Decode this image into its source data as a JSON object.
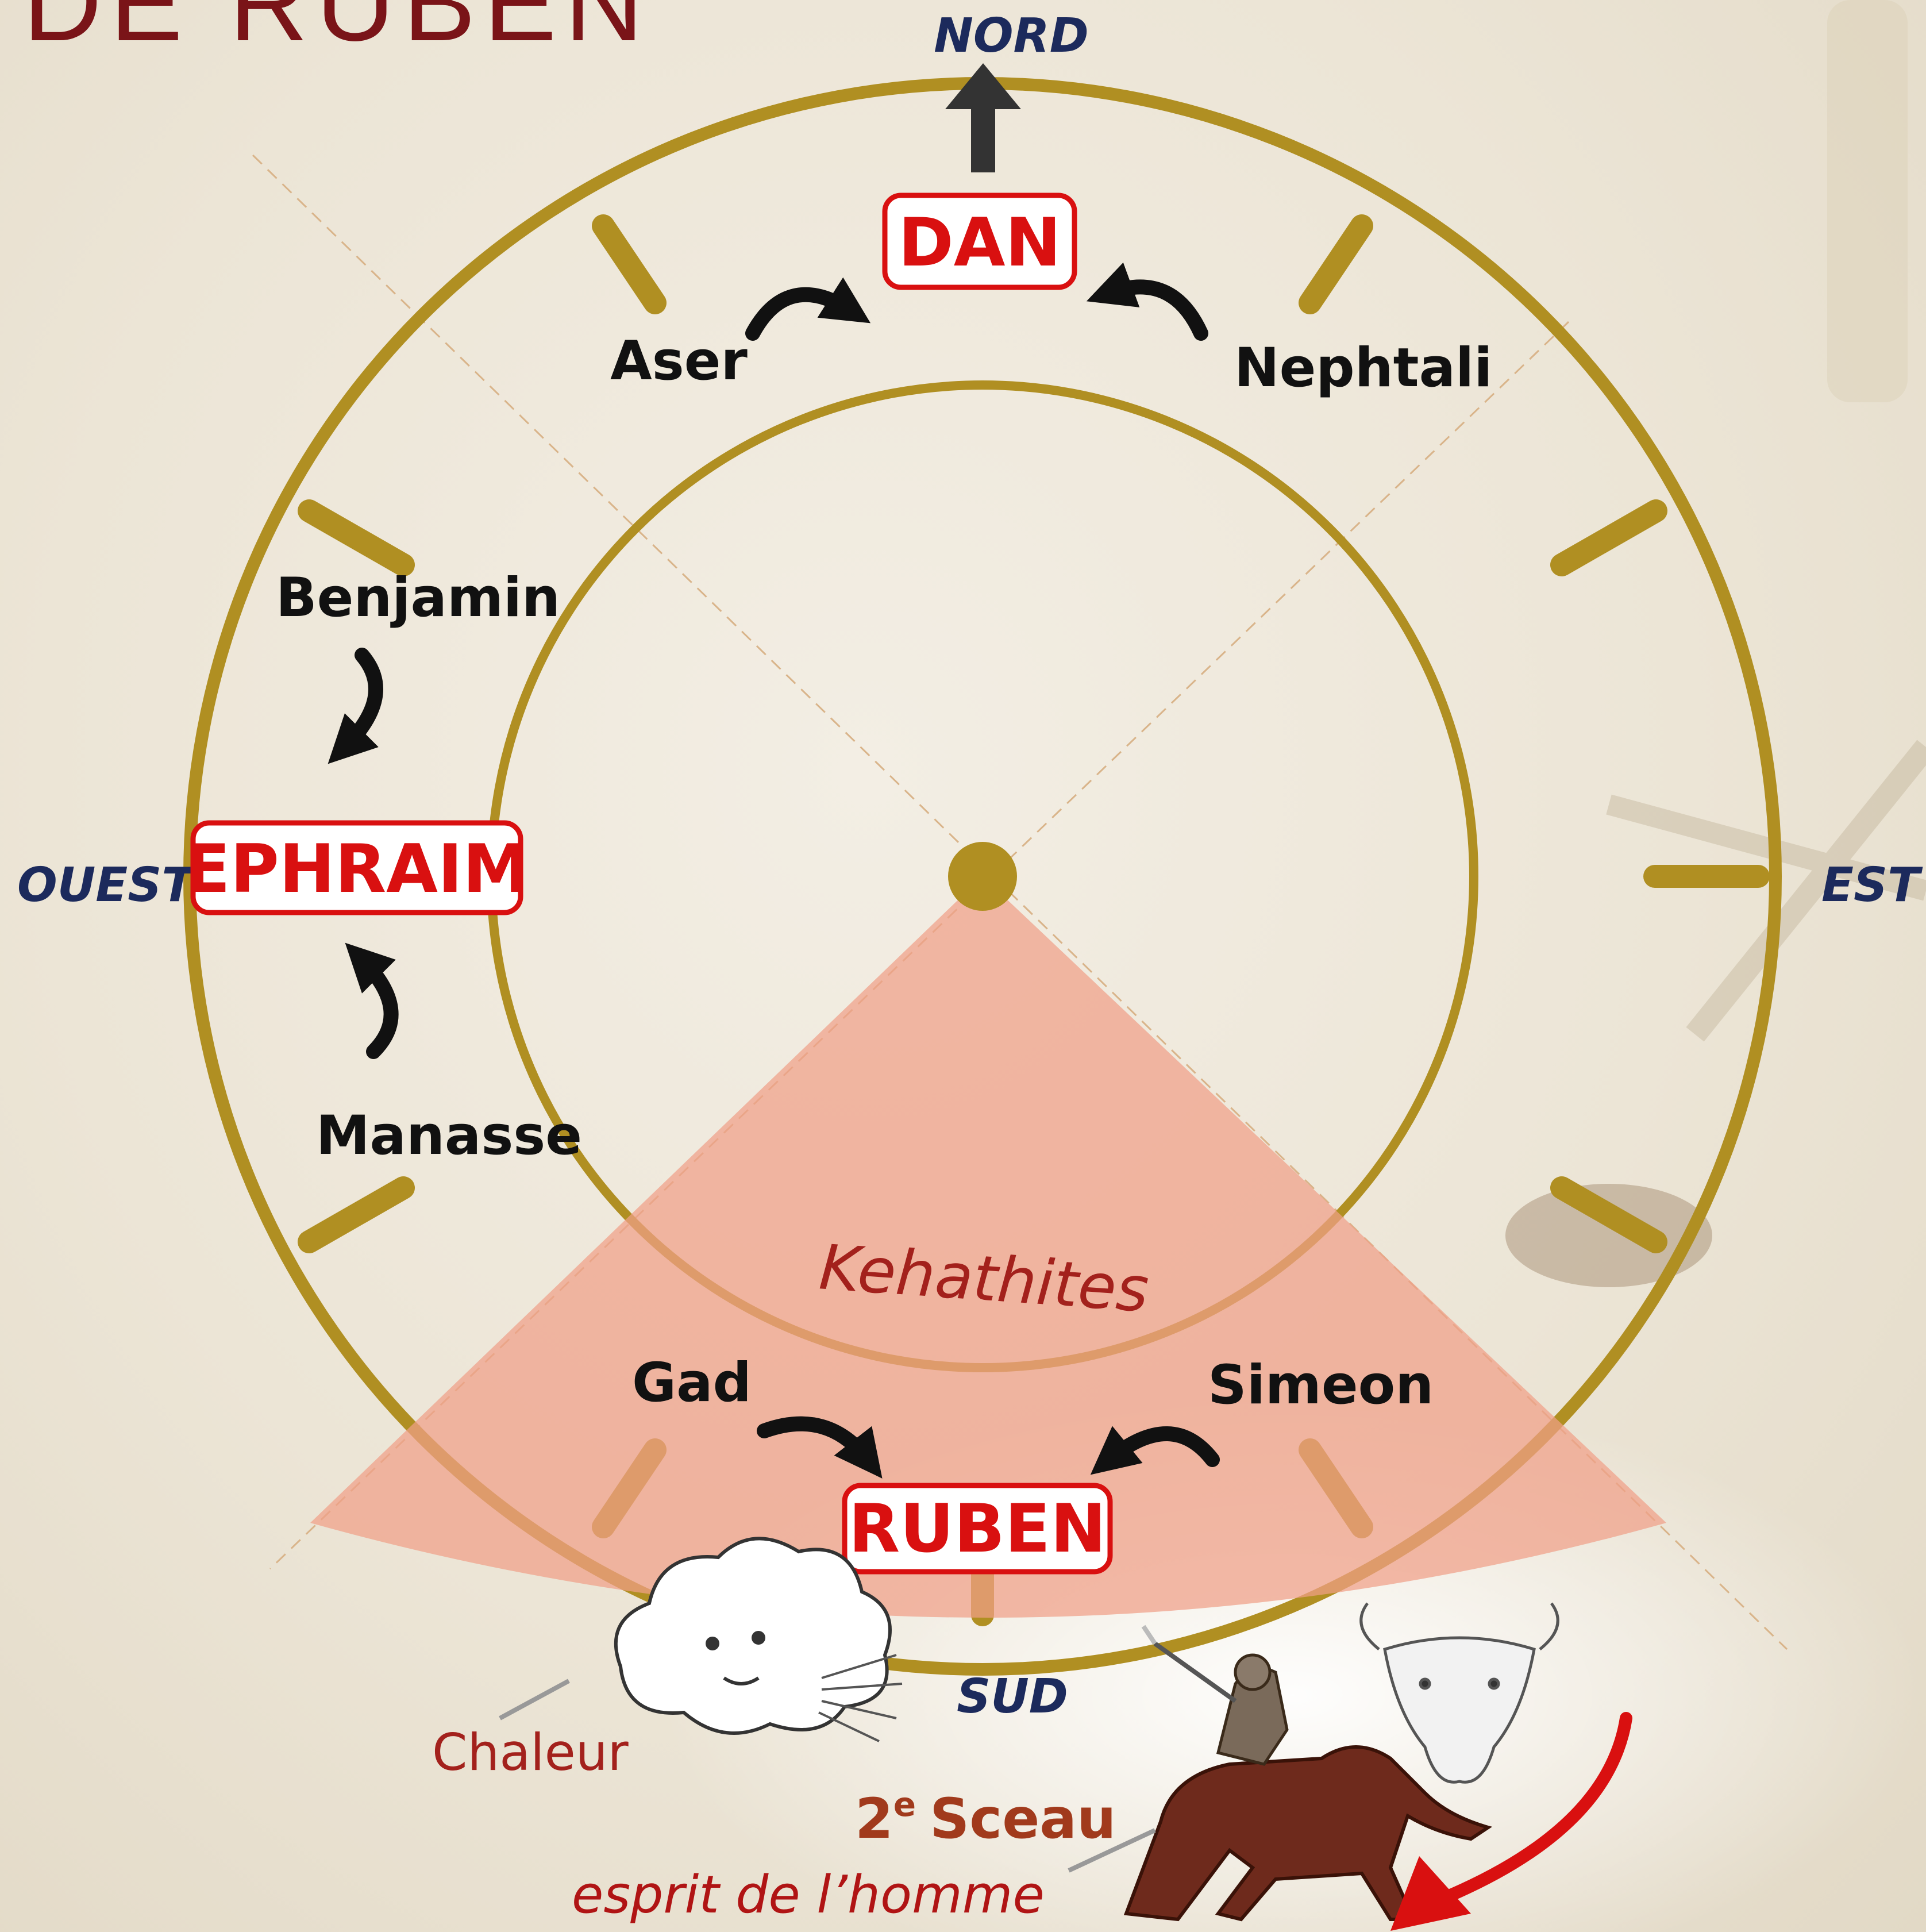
{
  "title": "DE RUBEN",
  "directions": {
    "north": "NORD",
    "south": "SUD",
    "east": "EST",
    "west": "OUEST"
  },
  "leading_tribes": {
    "north": "DAN",
    "west": "EPHRAIM",
    "south": "RUBEN"
  },
  "tribes": {
    "north_left": "Aser",
    "north_right": "Nephtali",
    "west_top": "Benjamin",
    "west_bottom": "Manasse",
    "south_left": "Gad",
    "south_right": "Simeon"
  },
  "levite_clan": "Kehathites",
  "south_symbols": {
    "wind_label": "Chaleur",
    "seal_number": "2",
    "seal_superscript": "e",
    "seal_word": "Sceau",
    "spirit_label": "esprit de l’homme"
  },
  "colors": {
    "ring": "#b08f22",
    "leader_red": "#d91010",
    "camp_sector": "#f0a088",
    "direction_blue": "#1c2a5c",
    "title_red": "#7a1418"
  },
  "icons": [
    "north-arrow-icon",
    "curved-arrow-icon",
    "cloud-wind-icon",
    "horseman-icon",
    "ox-head-icon",
    "red-arrow-icon"
  ]
}
